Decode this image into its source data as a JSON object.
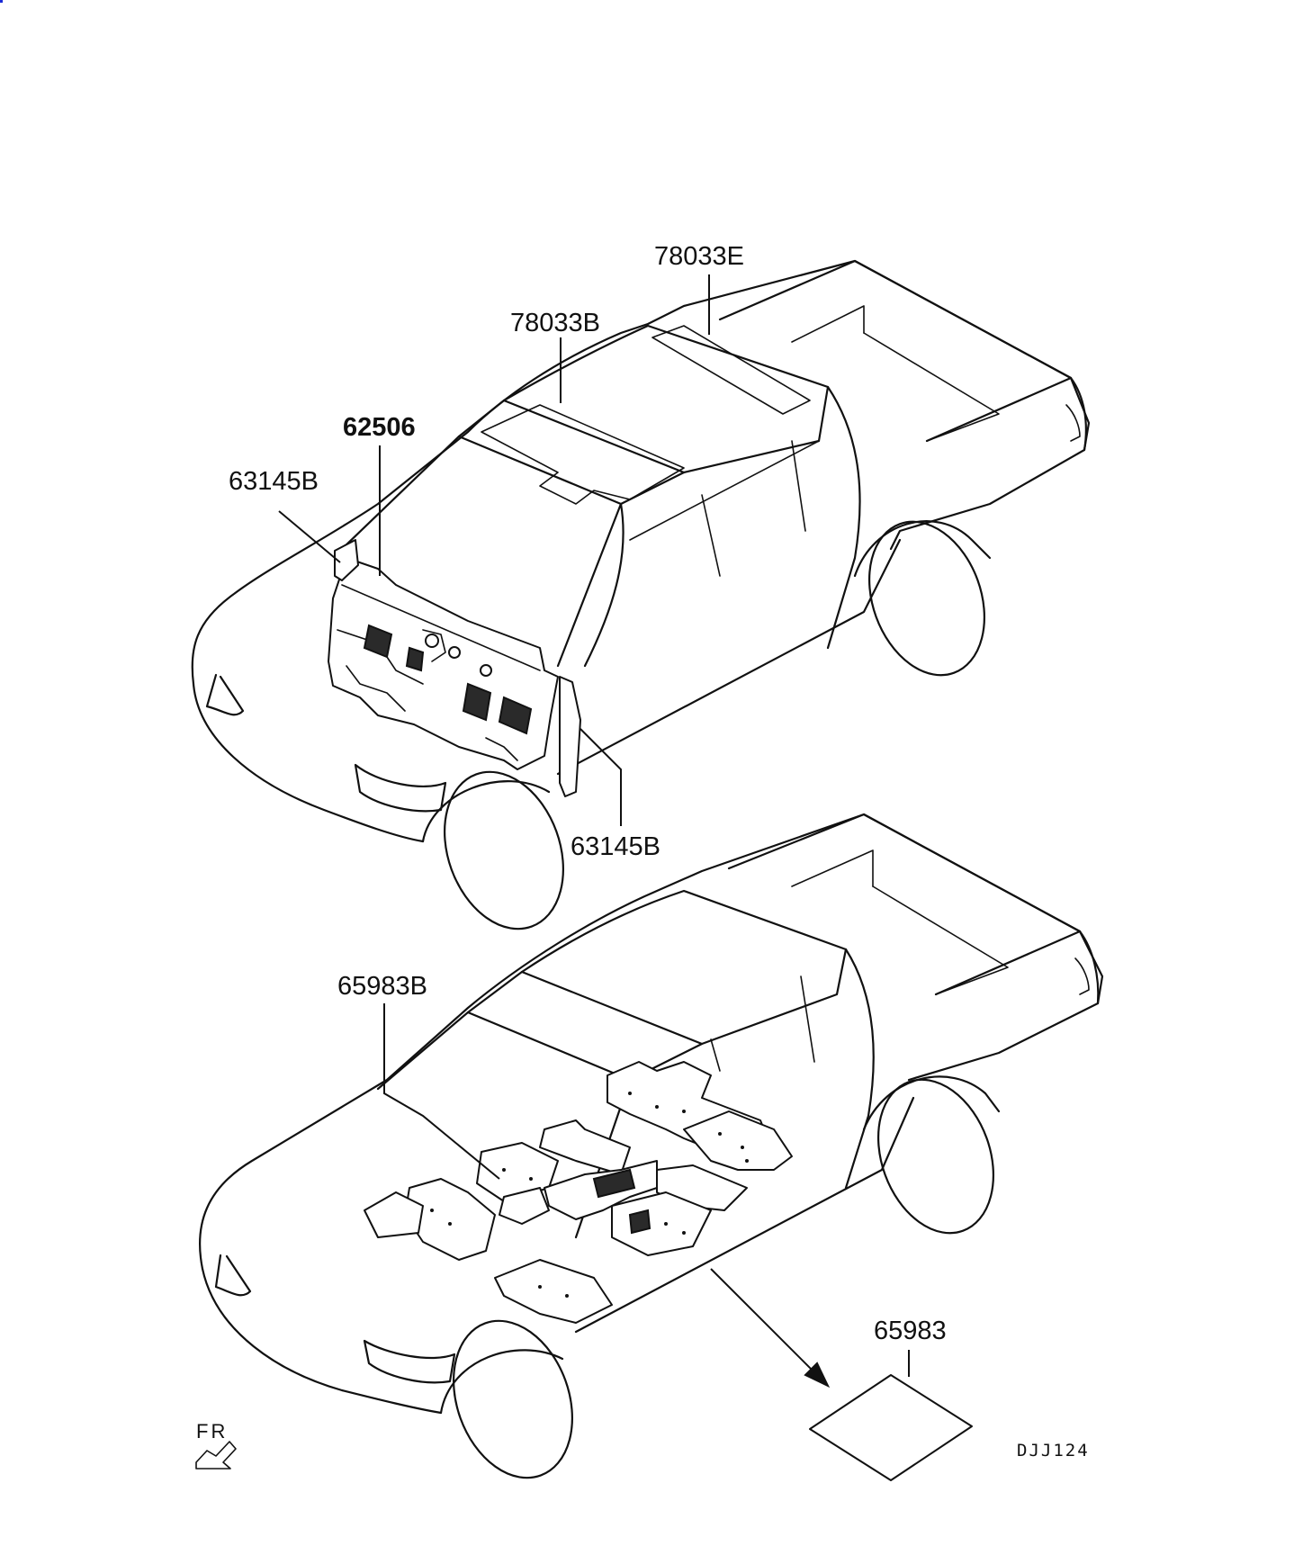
{
  "callouts": {
    "roof_rear": "78033E",
    "roof_front": "78033B",
    "dash_panel": "62506",
    "side_left": "63145B",
    "side_right": "63145B",
    "floor_set": "65983B",
    "floor_sheet": "65983"
  },
  "orientation_label": "FR",
  "diagram_code": "DJJ124"
}
